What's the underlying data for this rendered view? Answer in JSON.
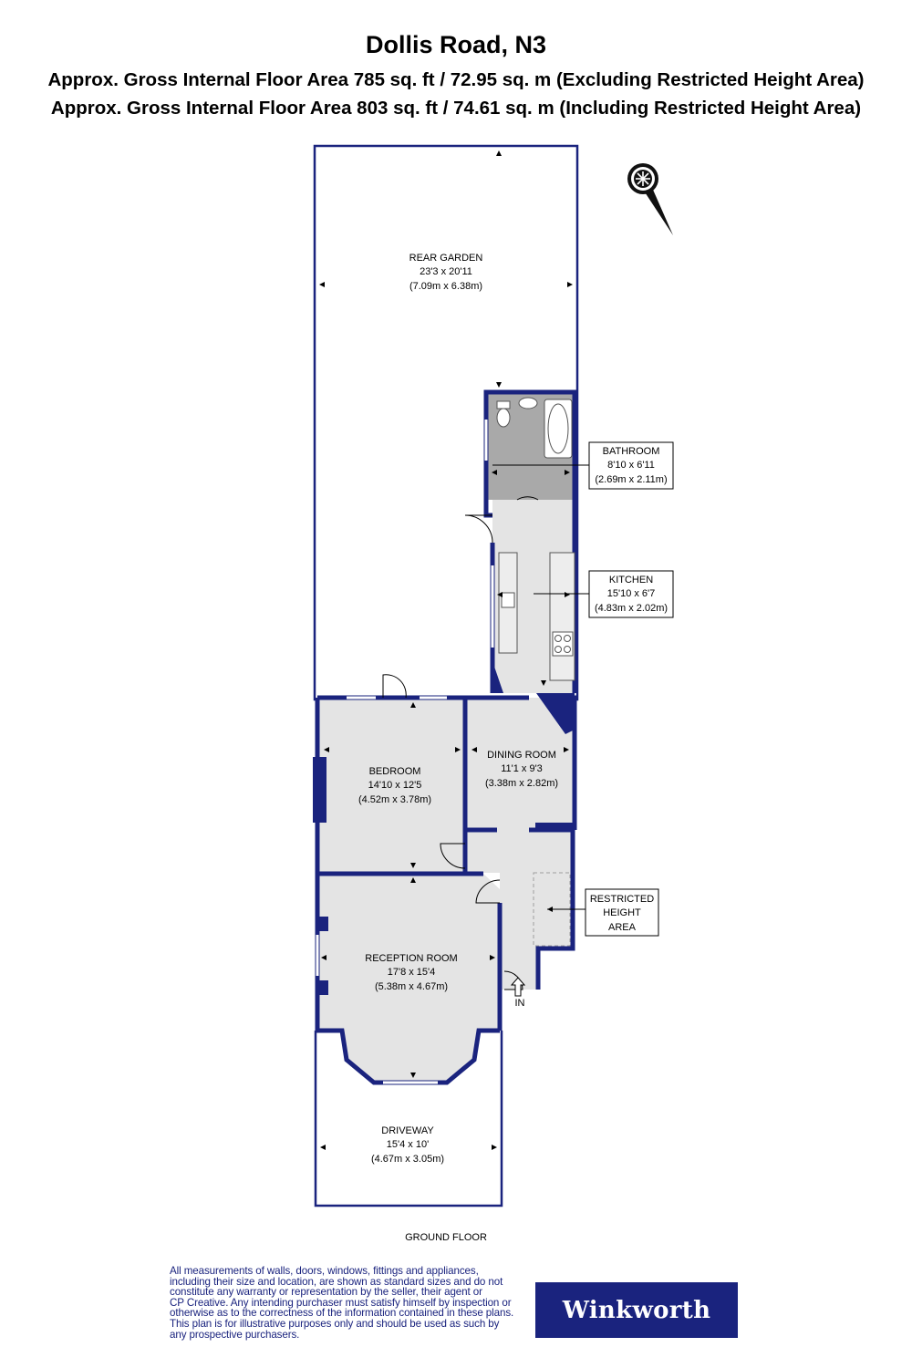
{
  "header": {
    "title": "Dollis Road, N3",
    "area_excluding": "Approx. Gross Internal Floor Area 785 sq. ft / 72.95 sq. m (Excluding Restricted Height Area)",
    "area_including": "Approx. Gross Internal Floor Area 803 sq. ft / 74.61 sq. m (Including Restricted Height Area)"
  },
  "rooms": {
    "rear_garden": {
      "name": "REAR GARDEN",
      "imperial": "23'3 x 20'11",
      "metric": "(7.09m x 6.38m)"
    },
    "bathroom": {
      "name": "BATHROOM",
      "imperial": "8'10 x 6'11",
      "metric": "(2.69m x 2.11m)"
    },
    "kitchen": {
      "name": "KITCHEN",
      "imperial": "15'10 x 6'7",
      "metric": "(4.83m x 2.02m)"
    },
    "bedroom": {
      "name": "BEDROOM",
      "imperial": "14'10 x 12'5",
      "metric": "(4.52m x 3.78m)"
    },
    "dining_room": {
      "name": "DINING ROOM",
      "imperial": "11'1 x 9'3",
      "metric": "(3.38m x 2.82m)"
    },
    "restricted": {
      "line1": "RESTRICTED",
      "line2": "HEIGHT",
      "line3": "AREA"
    },
    "reception_room": {
      "name": "RECEPTION ROOM",
      "imperial": "17'8 x 15'4",
      "metric": "(5.38m x 4.67m)"
    },
    "driveway": {
      "name": "DRIVEWAY",
      "imperial": "15'4 x 10'",
      "metric": "(4.67m x 3.05m)"
    }
  },
  "entrance_label": "IN",
  "floor_label": "GROUND FLOOR",
  "compass_icon": "compass-icon",
  "disclaimer": [
    "All measurements of walls, doors, windows, fittings and appliances,",
    "including their size and location, are shown as standard sizes and do not",
    "constitute any warranty or representation by the seller, their agent or",
    "CP Creative. Any intending purchaser must satisfy himself by inspection or",
    "otherwise as to the correctness of the information contained in these plans.",
    "This plan is for illustrative purposes only and should be used as such by",
    "any prospective purchasers."
  ],
  "brand": "Winkworth",
  "colors": {
    "wall": "#1a237e",
    "floor": "#e4e4e4",
    "bathroom": "#a9a9a9",
    "outline": "#1a237e"
  }
}
